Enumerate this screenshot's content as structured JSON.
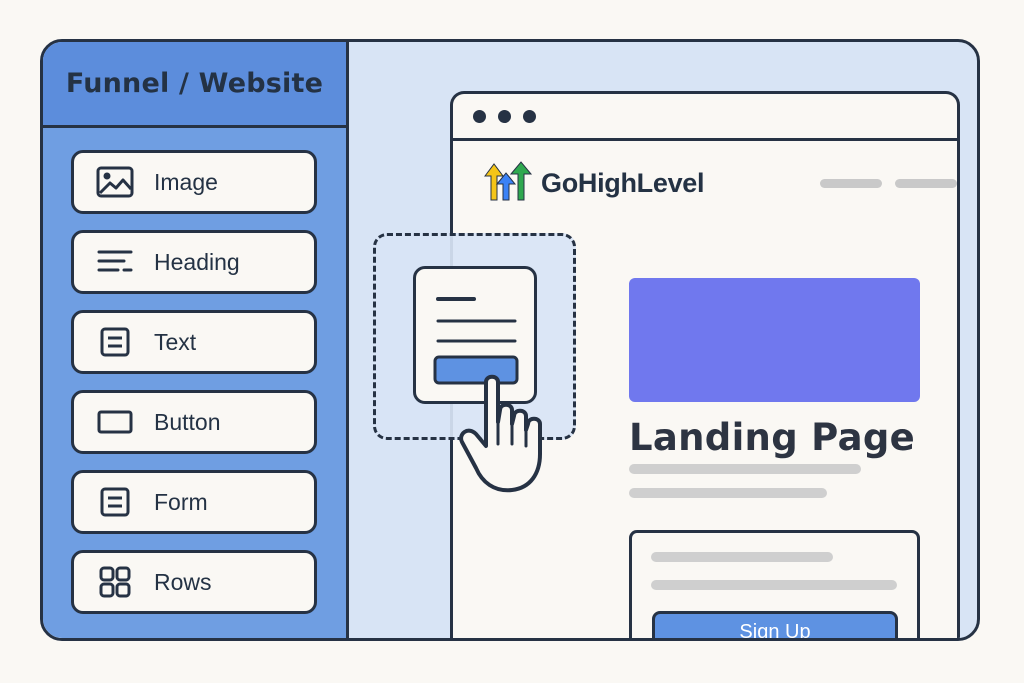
{
  "sidebar": {
    "title": "Funnel / Website",
    "items": [
      {
        "label": "Image",
        "icon": "image-icon"
      },
      {
        "label": "Heading",
        "icon": "heading-icon"
      },
      {
        "label": "Text",
        "icon": "text-icon"
      },
      {
        "label": "Button",
        "icon": "button-icon"
      },
      {
        "label": "Form",
        "icon": "form-icon"
      },
      {
        "label": "Rows",
        "icon": "rows-grid-icon"
      }
    ]
  },
  "preview": {
    "brand": "GoHighLevel",
    "heading": "Landing Page",
    "cta_label": "Sign Up"
  },
  "drag_element": {
    "icon": "pointer-hand-icon"
  },
  "colors": {
    "sidebar": "#6f9ee2",
    "canvas": "#d8e4f5",
    "hero": "#7078ee",
    "button": "#5e92e2",
    "outline": "#263244",
    "logo_yellow": "#f5c518",
    "logo_blue": "#3b82f6",
    "logo_green": "#2fa84f"
  }
}
